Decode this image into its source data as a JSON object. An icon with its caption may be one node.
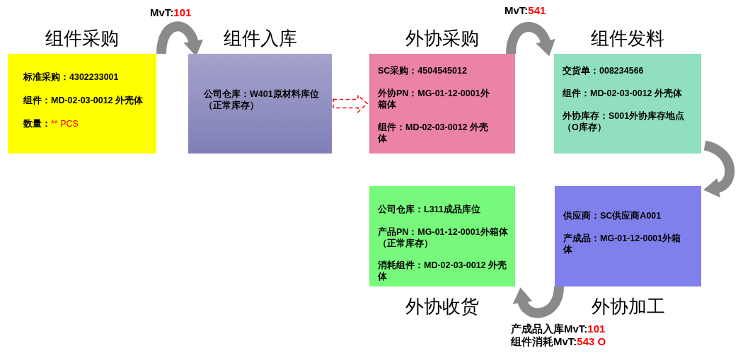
{
  "diagram": {
    "nodes": [
      {
        "text": [
          "组件采购",
          "标准采购：4302233001",
          "组件：MD-02-03-0012 外壳体",
          "数量：",
          "** PCS"
        ]
      },
      {
        "text": [
          "组件入库",
          "公司仓库：W401原材料库位（正常库存）"
        ]
      },
      {
        "text": [
          "外协采购",
          "SC采购：4504545012",
          "外协PN：MG-01-12-0001外箱体",
          "组件：MD-02-03-0012 外壳体"
        ]
      },
      {
        "text": [
          "组件发料",
          "交货单：008234566",
          "组件：MD-02-03-0012 外壳体",
          "外协库存：S001外协库存地点（O库存）"
        ]
      },
      {
        "text": [
          "公司仓库：L311成品库位",
          "产品PN：MG-01-12-0001外箱体（正常库存）",
          "消耗组件：MD-02-03-0012 外壳体",
          "外协收货"
        ]
      },
      {
        "text": [
          "供应商：SC供应商A001",
          "产成品：MG-01-12-0001外箱体",
          "外协加工"
        ]
      }
    ],
    "edges": [
      {
        "from": 0,
        "to": 1,
        "arrow": "to",
        "label": "MvT:101"
      },
      {
        "from": 1,
        "to": 2,
        "arrow": "to",
        "style": "dashed",
        "color": "#ff0000"
      },
      {
        "from": 2,
        "to": 3,
        "arrow": "to",
        "label": "MvT:541"
      },
      {
        "from": 3,
        "to": 5,
        "arrow": "to"
      },
      {
        "from": 5,
        "to": 4,
        "arrow": "to",
        "label": "产成品入库MvT:101 组件消耗MvT:543 O"
      }
    ]
  }
}
